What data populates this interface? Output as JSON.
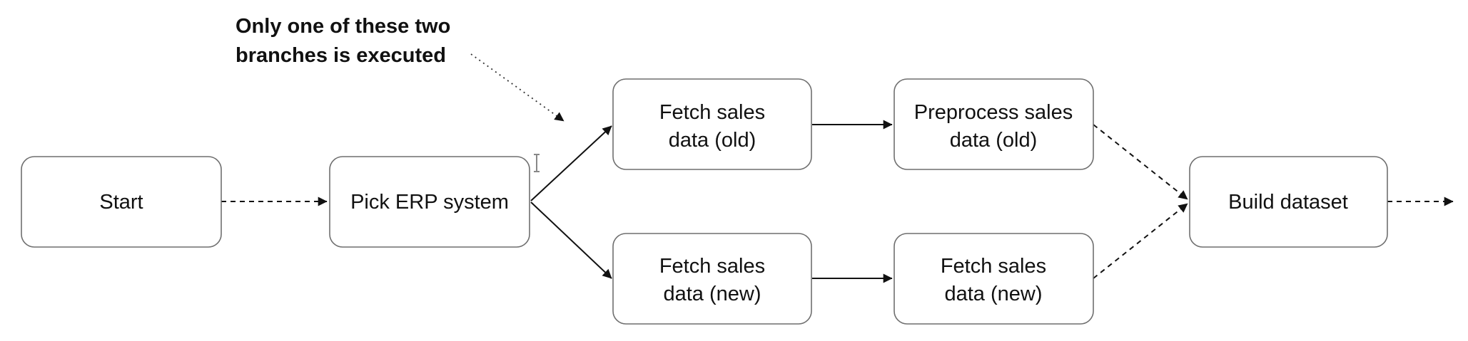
{
  "note": {
    "lines": [
      "Only one of these two",
      "branches is executed"
    ]
  },
  "nodes": {
    "start": {
      "lines": [
        "Start"
      ]
    },
    "pick_erp": {
      "lines": [
        "Pick ERP system"
      ]
    },
    "fetch_old": {
      "lines": [
        "Fetch sales",
        "data (old)"
      ]
    },
    "fetch_new": {
      "lines": [
        "Fetch sales",
        "data (new)"
      ]
    },
    "preprocess_old": {
      "lines": [
        "Preprocess sales",
        "data (old)"
      ]
    },
    "fetch_new_2": {
      "lines": [
        "Fetch sales",
        "data (new)"
      ]
    },
    "build_dataset": {
      "lines": [
        "Build dataset"
      ]
    }
  },
  "edges": [
    {
      "from": "start",
      "to": "pick_erp",
      "style": "dashed"
    },
    {
      "from": "pick_erp",
      "to": "fetch_old",
      "style": "solid"
    },
    {
      "from": "pick_erp",
      "to": "fetch_new",
      "style": "solid"
    },
    {
      "from": "fetch_old",
      "to": "preprocess_old",
      "style": "solid"
    },
    {
      "from": "fetch_new",
      "to": "fetch_new_2",
      "style": "solid"
    },
    {
      "from": "preprocess_old",
      "to": "build_dataset",
      "style": "dashed"
    },
    {
      "from": "fetch_new_2",
      "to": "build_dataset",
      "style": "dashed"
    },
    {
      "from": "build_dataset",
      "to": "next",
      "style": "dashed"
    }
  ],
  "colors": {
    "box_border": "#6f6f6f",
    "line": "#111111",
    "text": "#111111",
    "background": "#ffffff"
  }
}
